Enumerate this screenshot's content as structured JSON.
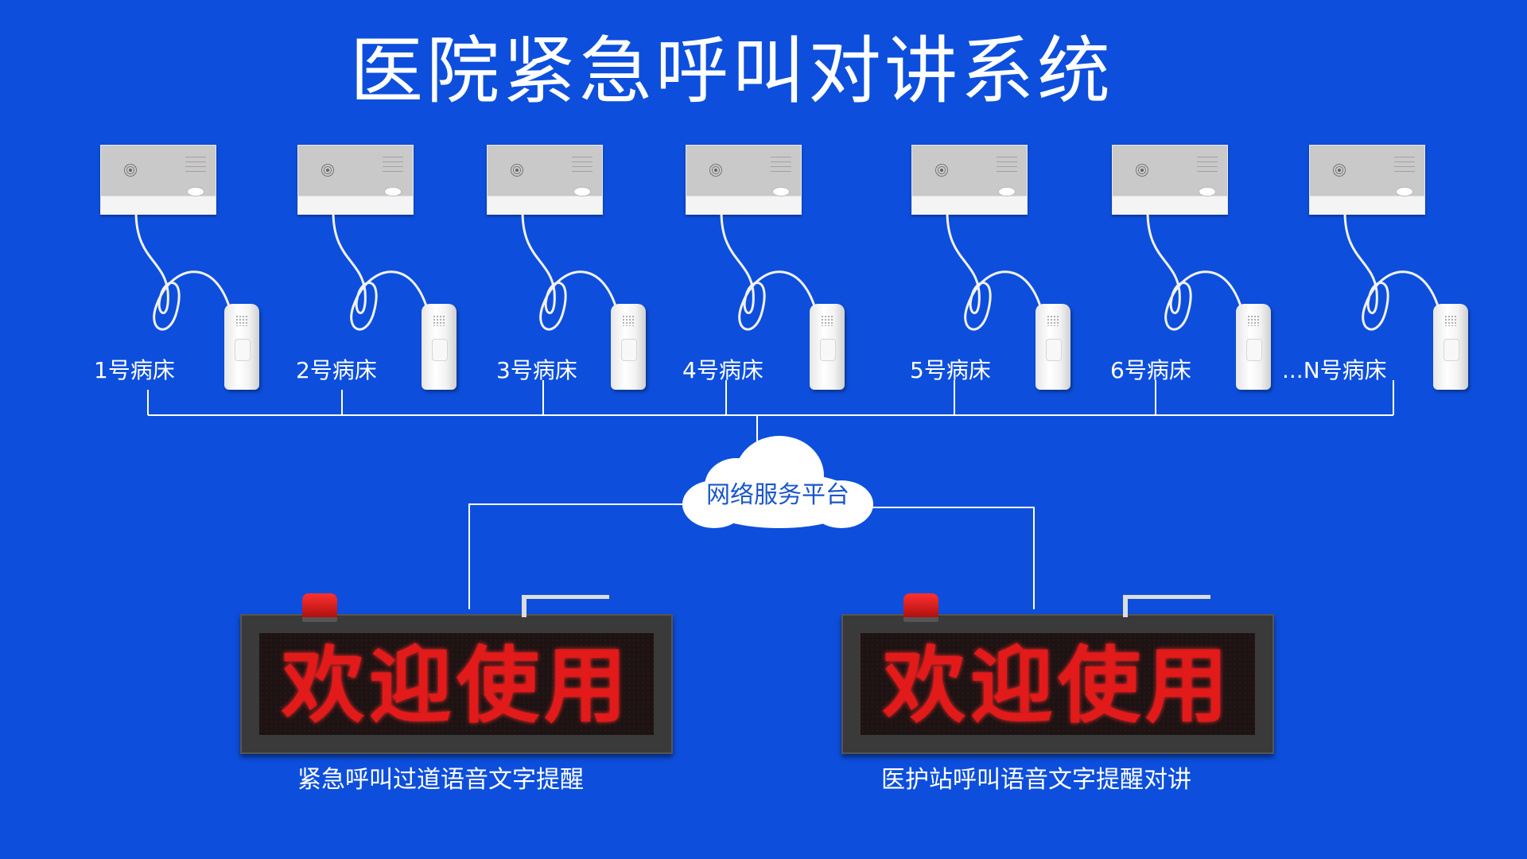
{
  "title": "医院紧急呼叫对讲系统",
  "beds": [
    {
      "label": "1号病床"
    },
    {
      "label": "2号病床"
    },
    {
      "label": "3号病床"
    },
    {
      "label": "4号病床"
    },
    {
      "label": "5号病床"
    },
    {
      "label": "6号病床"
    },
    {
      "label": "...N号病床"
    }
  ],
  "network": {
    "label": "网络服务平台"
  },
  "displays": [
    {
      "screen_text": "欢迎使用",
      "caption": "紧急呼叫过道语音文字提醒"
    },
    {
      "screen_text": "欢迎使用",
      "caption": "医护站呼叫语音文字提醒对讲"
    }
  ],
  "colors": {
    "background": "#0d4fdc",
    "led": "#e21a1a",
    "line": "#ffffff"
  }
}
